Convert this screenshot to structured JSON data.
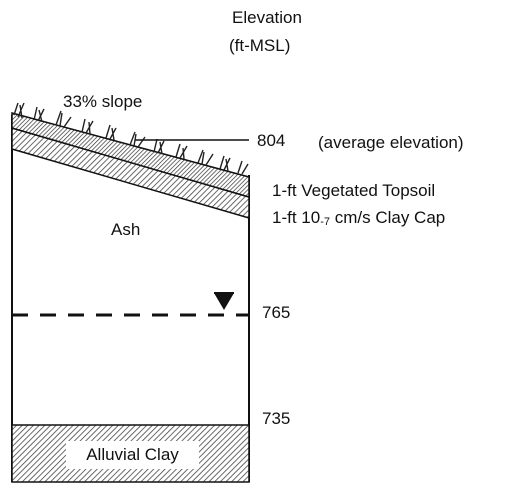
{
  "header": {
    "line1": "Elevation",
    "line2": "(ft-MSL)"
  },
  "labels": {
    "slope": "33% slope",
    "ash": "Ash",
    "alluvial_clay": "Alluvial Clay",
    "topsoil": "1-ft Vegetated Topsoil",
    "clay_cap_prefix": "1-ft 10",
    "clay_cap_exponent": "-7",
    "clay_cap_suffix": " cm/s Clay Cap",
    "average_elevation_note": "(average elevation)"
  },
  "elevations": {
    "top": "804",
    "water_table": "765",
    "alluvial_top": "735"
  },
  "colors": {
    "ink": "#111111",
    "hatch": "#555555",
    "vegetation": "#222222",
    "background": "#ffffff"
  },
  "icons": {
    "water_table_marker": "inverted-triangle-icon"
  }
}
